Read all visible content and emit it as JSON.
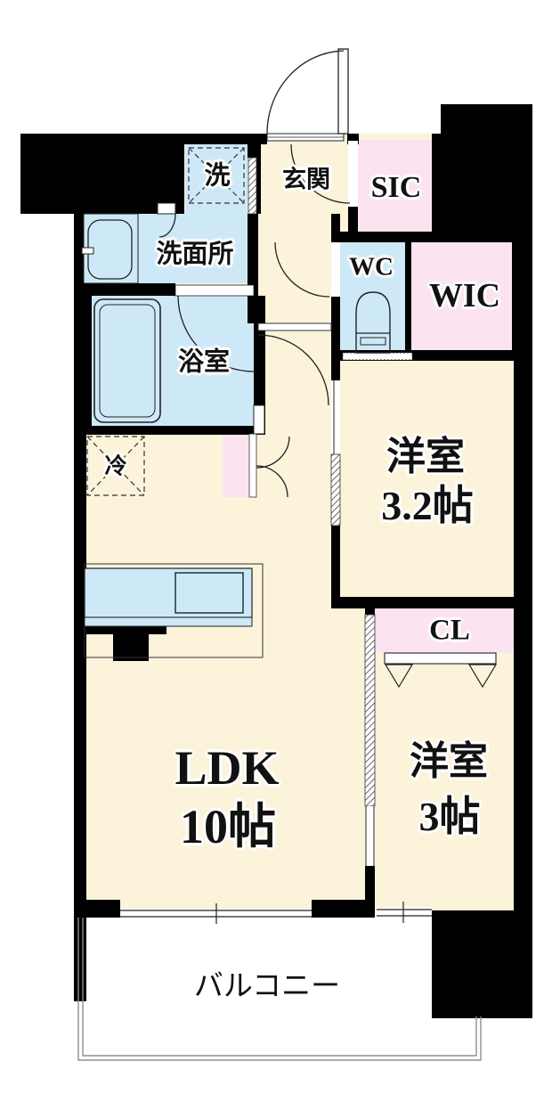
{
  "colors": {
    "floor_beige": "#fcf3db",
    "water_blue": "#cde9f7",
    "closet_pink": "#fbe4f0",
    "wall_black": "#000000",
    "rail_gray": "#8f8f8f",
    "line_dark": "#1a1a1a"
  },
  "floorplan": {
    "labels": {
      "genkan": "玄関",
      "sic": "SIC",
      "laundry": "洗",
      "washroom": "洗面所",
      "wc": "WC",
      "wic": "WIC",
      "bathroom": "浴室",
      "refrigerator": "冷",
      "room32_name": "洋室",
      "room32_size": "3.2帖",
      "closet": "CL",
      "ldk_name": "LDK",
      "ldk_size": "10帖",
      "room3_name": "洋室",
      "room3_size": "3帖",
      "balcony": "バルコニー"
    },
    "fixtures": [
      "entrance-door",
      "bathtub",
      "washbasin",
      "toilet",
      "kitchen-counter",
      "washing-machine-space",
      "refrigerator-space",
      "closet-folding-door",
      "sliding-doors",
      "balcony-railing",
      "windows"
    ]
  }
}
